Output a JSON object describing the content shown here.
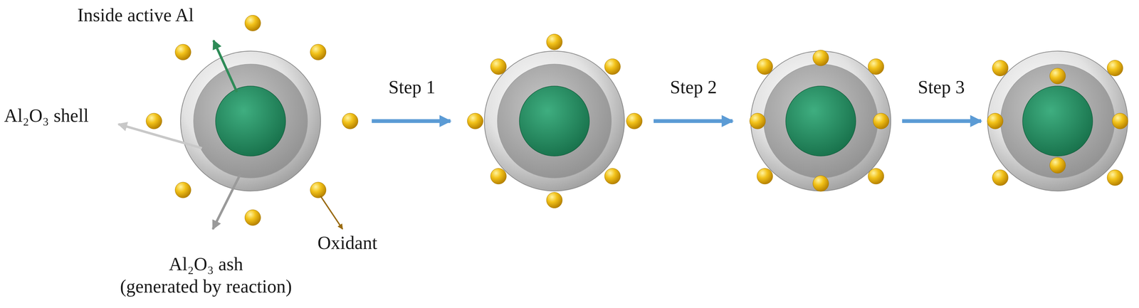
{
  "diagram": {
    "labels": [
      "Inside active Al",
      "Al₂O₃ shell",
      "Step 1",
      "Step 2",
      "Step 3",
      "Al₂O₃ ash (generated by reaction)",
      "Oxidant"
    ]
  }
}
